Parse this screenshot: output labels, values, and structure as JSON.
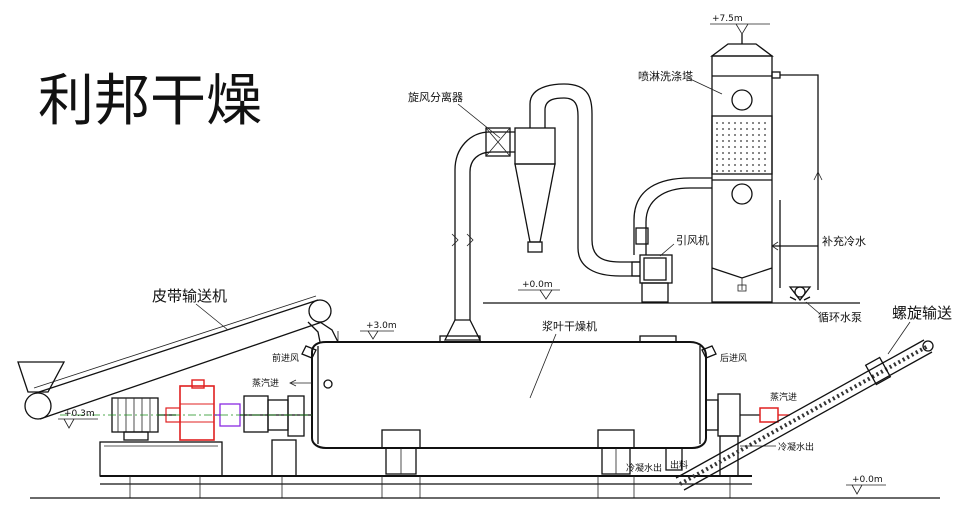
{
  "brand": "利邦干燥",
  "labels": {
    "cyclone": "旋风分离器",
    "scrubber": "喷淋洗涤塔",
    "fan": "引风机",
    "makeup_water": "补充冷水",
    "pump": "循环水泵",
    "screw": "螺旋输送",
    "belt": "皮带输送机",
    "paddle_dryer": "浆叶干燥机",
    "front_air": "前进风",
    "rear_air": "后进风",
    "steam_in_left": "蒸汽进",
    "steam_in_right": "蒸汽进",
    "cool_water_out_right": "冷凝水出",
    "cool_water_out_bottom": "冷凝水出",
    "discharge": "出料"
  },
  "elevations": {
    "top": "+7.5m",
    "floor": "+0.0m",
    "deck": "+3.0m",
    "belt_base": "+0.3m",
    "ground": "+0.0m"
  }
}
